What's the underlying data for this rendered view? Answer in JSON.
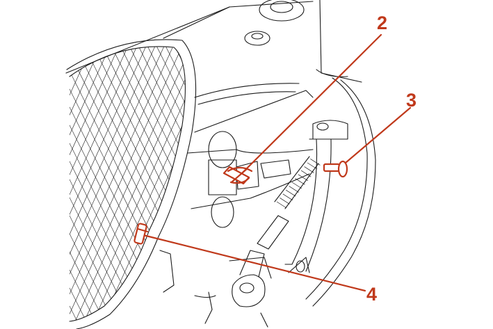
{
  "callouts": [
    {
      "id": "2",
      "label": "2"
    },
    {
      "id": "3",
      "label": "3"
    },
    {
      "id": "4",
      "label": "4"
    }
  ],
  "colors": {
    "callout": "#c0391b",
    "linework": "#1a1a1a",
    "background": "#ffffff"
  }
}
